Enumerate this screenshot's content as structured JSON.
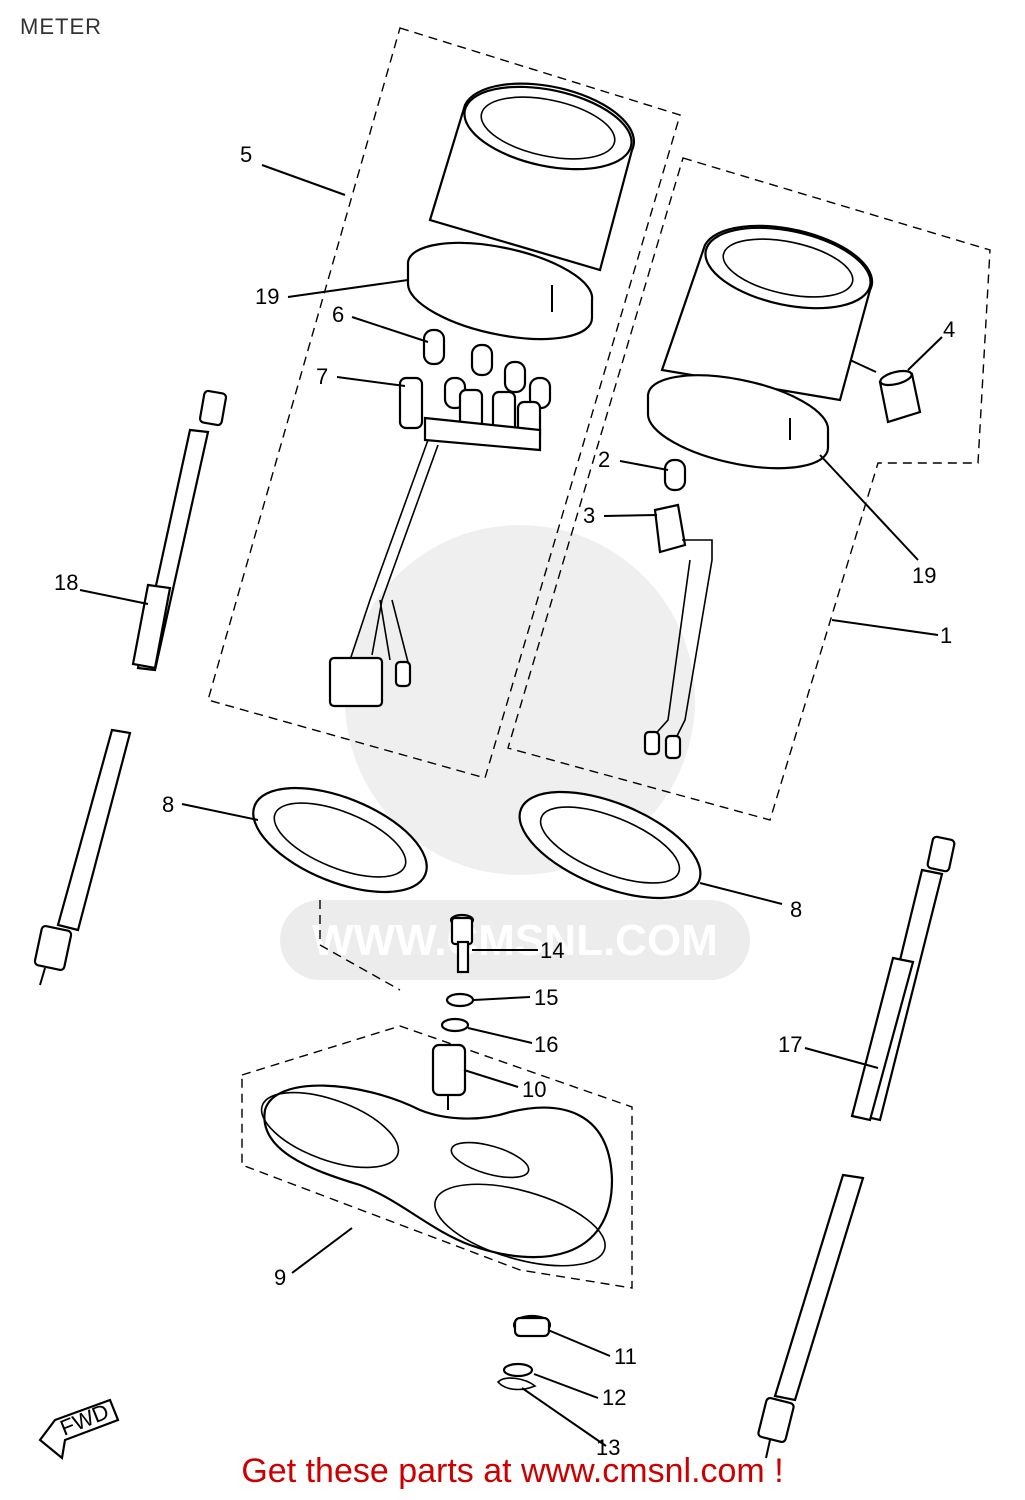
{
  "page": {
    "title": "METER"
  },
  "watermark": {
    "text": "WWW.CMSNL.COM"
  },
  "footer": {
    "text": "Get these parts at www.cmsnl.com !",
    "color": "#cc0000"
  },
  "fwd_label": "FWD",
  "callouts": [
    {
      "id": "5",
      "label": "5"
    },
    {
      "id": "19a",
      "label": "19"
    },
    {
      "id": "6",
      "label": "6"
    },
    {
      "id": "7",
      "label": "7"
    },
    {
      "id": "4",
      "label": "4"
    },
    {
      "id": "2",
      "label": "2"
    },
    {
      "id": "3",
      "label": "3"
    },
    {
      "id": "19b",
      "label": "19"
    },
    {
      "id": "1",
      "label": "1"
    },
    {
      "id": "18",
      "label": "18"
    },
    {
      "id": "8a",
      "label": "8"
    },
    {
      "id": "8b",
      "label": "8"
    },
    {
      "id": "14",
      "label": "14"
    },
    {
      "id": "15",
      "label": "15"
    },
    {
      "id": "16",
      "label": "16"
    },
    {
      "id": "10",
      "label": "10"
    },
    {
      "id": "17",
      "label": "17"
    },
    {
      "id": "9",
      "label": "9"
    },
    {
      "id": "11",
      "label": "11"
    },
    {
      "id": "12",
      "label": "12"
    },
    {
      "id": "13",
      "label": "13"
    }
  ]
}
